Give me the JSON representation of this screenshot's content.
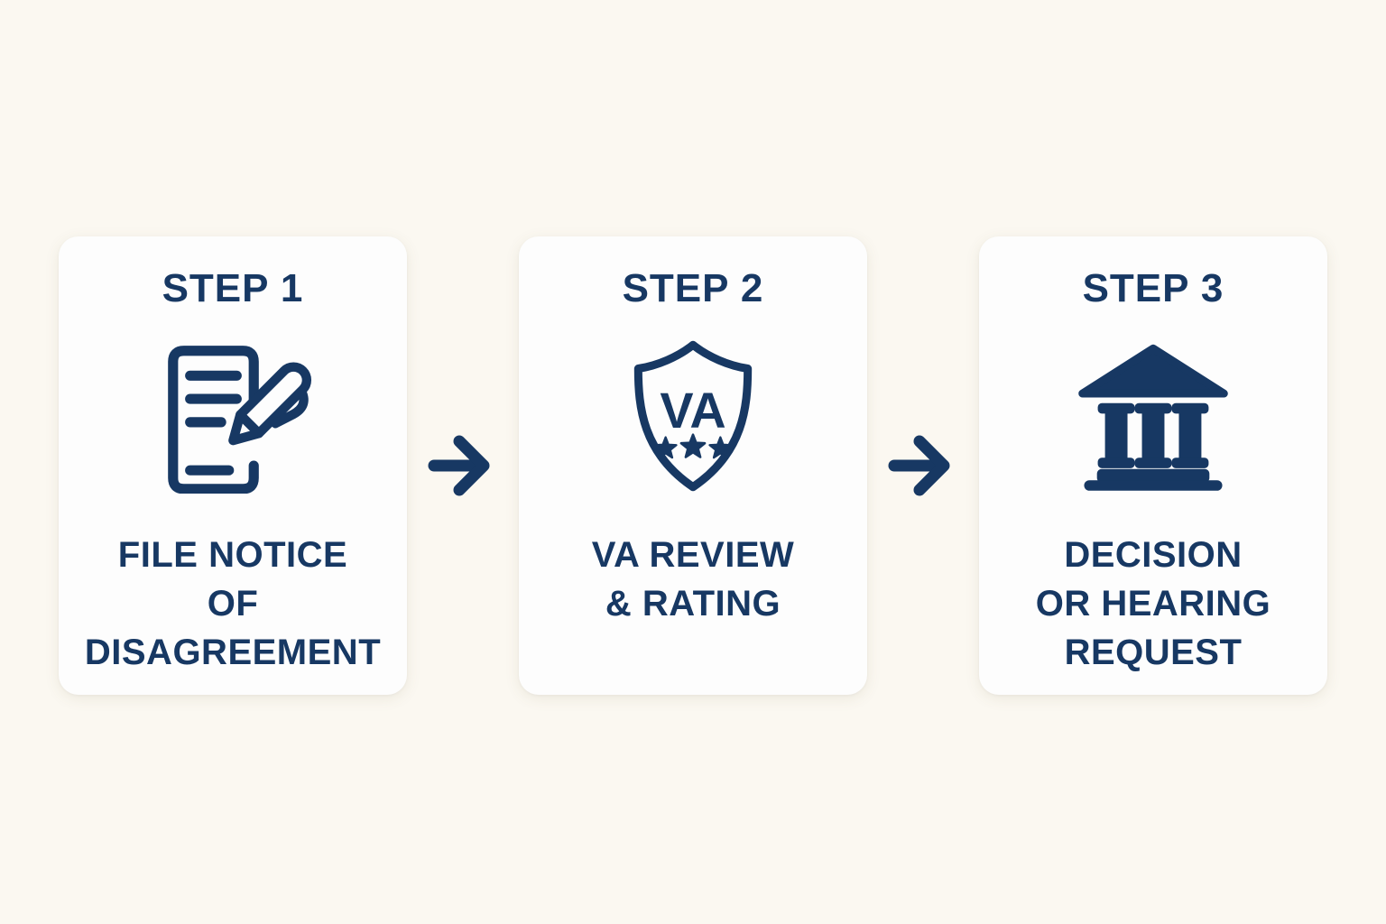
{
  "page": {
    "background_color": "#FBF8F1",
    "card_color": "#FDFDFD",
    "accent_color": "#173863"
  },
  "steps": [
    {
      "label": "STEP 1",
      "icon": "document-pen-icon",
      "caption_lines": [
        "FILE NOTICE",
        "OF",
        "DISAGREEMENT"
      ]
    },
    {
      "label": "STEP 2",
      "icon": "va-shield-icon",
      "shield_label": "VA",
      "caption_lines": [
        "VA REVIEW",
        "& RATING"
      ]
    },
    {
      "label": "STEP 3",
      "icon": "bank-icon",
      "caption_lines": [
        "DECISION",
        "OR HEARING",
        "REQUEST"
      ]
    }
  ],
  "arrows": [
    {
      "icon": "right-arrow-icon"
    },
    {
      "icon": "right-arrow-icon"
    }
  ]
}
